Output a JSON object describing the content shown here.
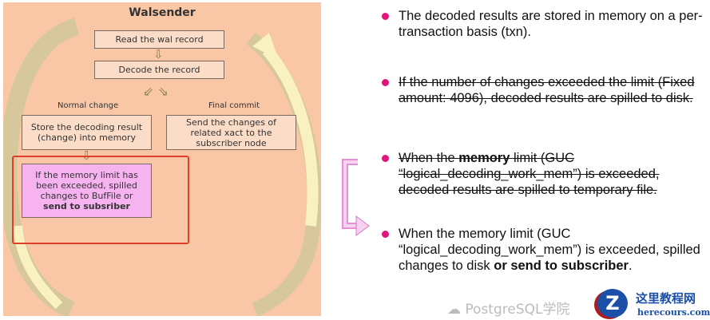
{
  "diagram": {
    "title": "Walsender",
    "read": "Read the wal record",
    "decode": "Decode the record",
    "normal_label": "Normal change",
    "final_label": "Final commit",
    "store": "Store the decoding result (change) into memory",
    "send": "Send the changes of related xact to the subscriber node",
    "spill_prefix": "If the memory limit has been exceeded, spilled changes to BufFile or ",
    "spill_bold": "send to subsriber"
  },
  "bullets": [
    {
      "text": "The decoded results are stored in memory on a per-transaction basis (txn)."
    },
    {
      "text": "If the number of changes exceeded the limit (Fixed amount: 4096), decoded results are spilled to disk."
    },
    {
      "pre": "When the ",
      "bold": "memory",
      "post": " limit (GUC “logical_decoding_work_mem”) is exceeded, decoded results are spilled to temporary file."
    },
    {
      "pre": "When the memory limit (GUC “logical_decoding_work_mem”) is exceeded, spilled changes to disk ",
      "bold": "or send to subscriber",
      "post": "."
    }
  ],
  "watermark": {
    "wechat": "PostgreSQL学院",
    "site_cn": "这里教程网",
    "site_url": "herecours.com"
  },
  "colors": {
    "panel": "#f9c7a5",
    "highlight": "#f7b3f0",
    "red": "#e0402a",
    "bullet": "#e0157e"
  }
}
